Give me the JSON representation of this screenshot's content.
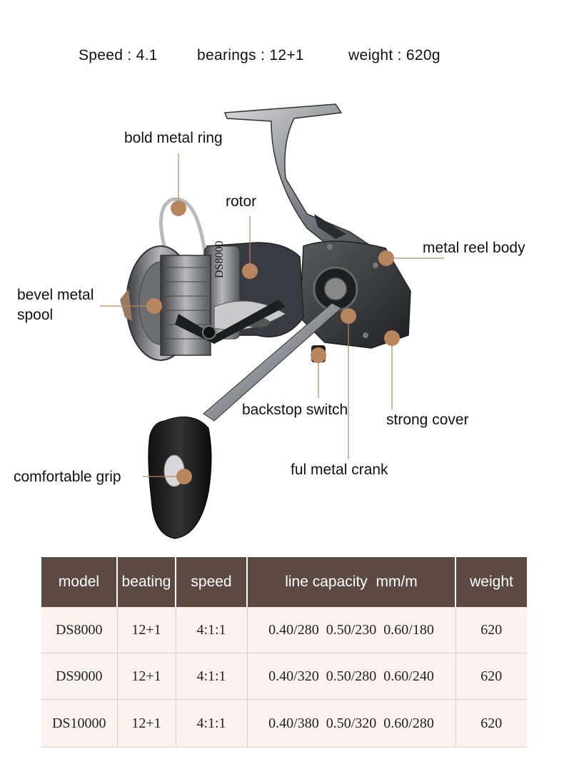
{
  "specs": {
    "speed": "Speed : 4.1",
    "bearings": "bearings : 12+1",
    "weight": "weight : 620g"
  },
  "callouts": {
    "bold_metal_ring": "bold metal ring",
    "rotor": "rotor",
    "metal_reel_body": "metal reel body",
    "bevel_metal_spool_line1": "bevel metal",
    "bevel_metal_spool_line2": "spool",
    "backstop_switch": "backstop switch",
    "strong_cover": "strong cover",
    "ful_metal_crank": "ful metal crank",
    "comfortable_grip": "comfortable grip"
  },
  "spool_marking": "DS8000",
  "colors": {
    "header_bg": "#5c4a42",
    "row_bg": "#fdf3ee",
    "callout_dot": "#b8865e"
  },
  "table": {
    "headers": {
      "model": "model",
      "beating": "beating",
      "speed": "speed",
      "capacity": "line capacity  mm/m",
      "weight": "weight"
    },
    "rows": [
      {
        "model": "DS8000",
        "beating": "12+1",
        "speed": "4:1:1",
        "cap1": "0.40/280",
        "cap2": "0.50/230",
        "cap3": "0.60/180",
        "weight": "620"
      },
      {
        "model": "DS9000",
        "beating": "12+1",
        "speed": "4:1:1",
        "cap1": "0.40/320",
        "cap2": "0.50/280",
        "cap3": "0.60/240",
        "weight": "620"
      },
      {
        "model": "DS10000",
        "beating": "12+1",
        "speed": "4:1:1",
        "cap1": "0.40/380",
        "cap2": "0.50/320",
        "cap3": "0.60/280",
        "weight": "620"
      }
    ]
  }
}
